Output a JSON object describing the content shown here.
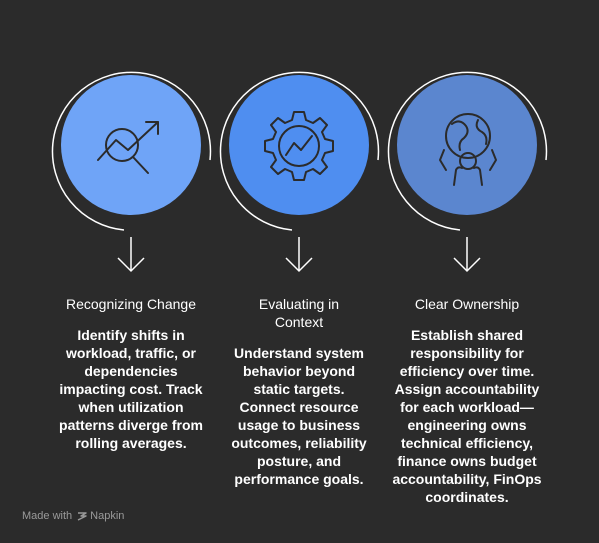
{
  "steps": [
    {
      "title": "Recognizing Change",
      "description": "Identify shifts in workload, traffic, or dependencies impacting cost. Track when utilization patterns diverge from rolling averages.",
      "icon": "trend-magnifier-icon",
      "color": "#6fa4f7"
    },
    {
      "title": "Evaluating in Context",
      "description": "Understand system behavior beyond static targets. Connect resource usage to business outcomes, reliability posture, and performance goals.",
      "icon": "gear-chart-icon",
      "color": "#4f8ef0"
    },
    {
      "title": "Clear Ownership",
      "description": "Establish shared responsibility for efficiency over time. Assign accountability for each workload—engineering owns technical efficiency, finance owns budget accountability, FinOps coordinates.",
      "icon": "globe-person-icon",
      "color": "#5b86cf"
    }
  ],
  "footer": {
    "made_with": "Made with",
    "brand": "Napkin"
  }
}
